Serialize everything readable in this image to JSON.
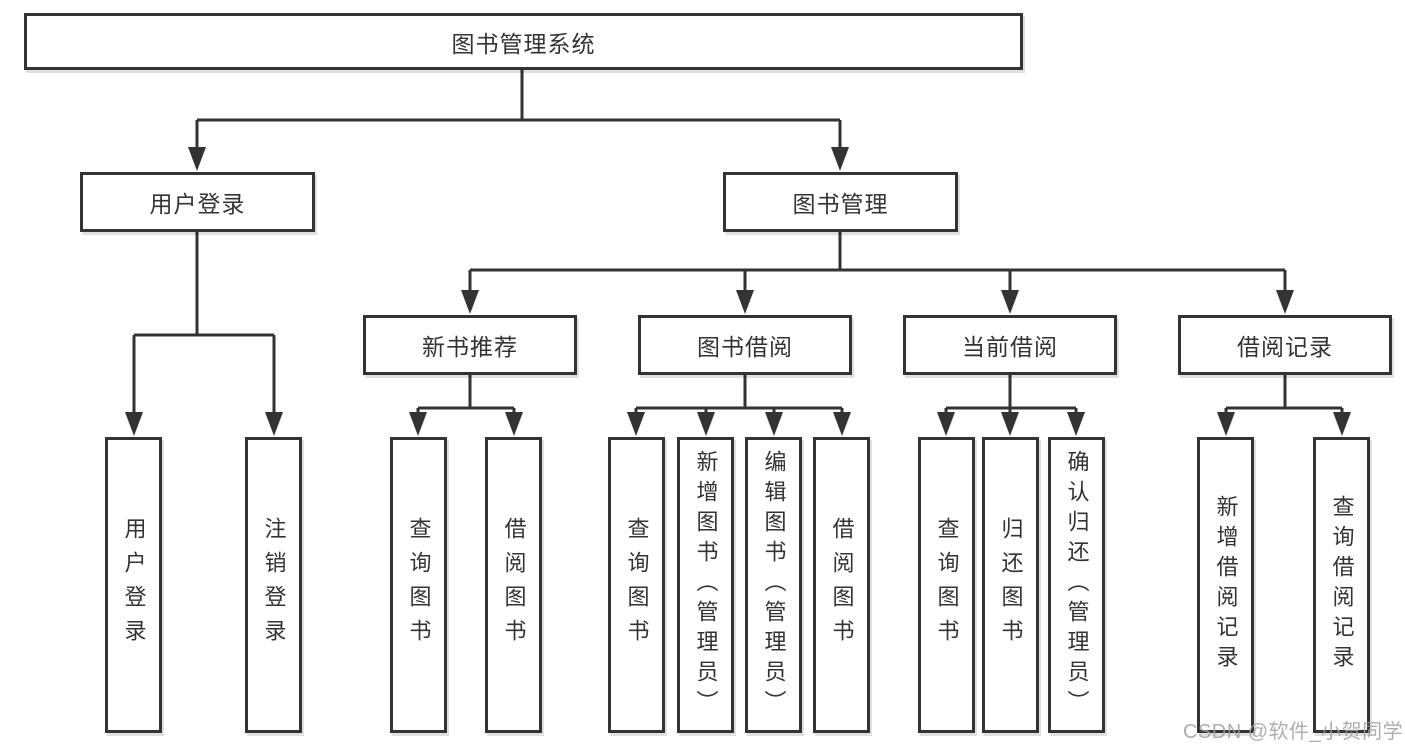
{
  "diagram": {
    "type": "hierarchy-tree",
    "colors": {
      "line": "#333333",
      "box_border": "#333333",
      "box_fill": "#ffffff",
      "text": "#333333",
      "watermark": "#a0a0a0",
      "background": "#ffffff"
    },
    "tree": {
      "label": "图书管理系统",
      "children": [
        {
          "label": "用户登录",
          "children": [
            {
              "label": "用户登录"
            },
            {
              "label": "注销登录"
            }
          ]
        },
        {
          "label": "图书管理",
          "children": [
            {
              "label": "新书推荐",
              "children": [
                {
                  "label": "查询图书"
                },
                {
                  "label": "借阅图书"
                }
              ]
            },
            {
              "label": "图书借阅",
              "children": [
                {
                  "label": "查询图书"
                },
                {
                  "label": "新增图书（管理员）"
                },
                {
                  "label": "编辑图书（管理员）"
                },
                {
                  "label": "借阅图书"
                }
              ]
            },
            {
              "label": "当前借阅",
              "children": [
                {
                  "label": "查询图书"
                },
                {
                  "label": "归还图书"
                },
                {
                  "label": "确认归还（管理员）"
                }
              ]
            },
            {
              "label": "借阅记录",
              "children": [
                {
                  "label": "新增借阅记录"
                },
                {
                  "label": "查询借阅记录"
                }
              ]
            }
          ]
        }
      ]
    },
    "watermark": {
      "text": "CSDN @软件_小贺同学"
    }
  }
}
